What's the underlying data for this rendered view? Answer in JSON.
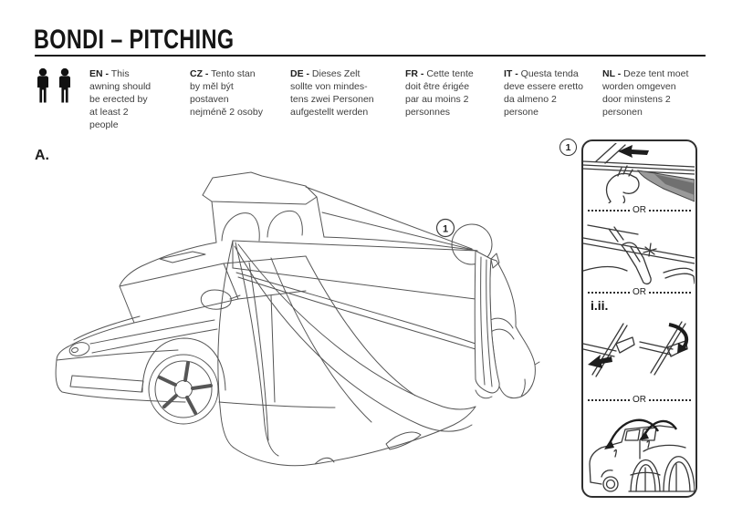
{
  "page": {
    "title": "BONDI – PITCHING"
  },
  "notice": {
    "icon": "two-people-pictogram",
    "languages": [
      {
        "code": "EN -",
        "text": "This\nawning should\nbe erected by\nat least 2\npeople"
      },
      {
        "code": "CZ -",
        "text": "Tento stan\nby měl být\npostaven\nnejméně 2 osoby"
      },
      {
        "code": "DE -",
        "text": "Dieses Zelt\nsollte von mindes-\ntens zwei Personen\naufgestellt werden"
      },
      {
        "code": "FR -",
        "text": "Cette tente\ndoit être érigée\npar au moins 2\npersonnes"
      },
      {
        "code": "IT -",
        "text": "Questa tenda\ndeve essere eretto\nda almeno 2\npersone"
      },
      {
        "code": "NL -",
        "text": "Deze tent moet\nworden omgeven\ndoor minstens 2\npersonen"
      }
    ]
  },
  "figure": {
    "label": "A.",
    "callout_number": "1"
  },
  "sidebar": {
    "step_number": "1",
    "or_label": "OR",
    "substep_label": "i.ii."
  },
  "icons": {
    "people": "two standing person silhouettes",
    "arrow": "solid left arrow",
    "wrap_arrow": "curved wrap-around arrow"
  },
  "colors": {
    "ink": "#1a1a1a",
    "line_art": "#565656",
    "fabric_gray": "#9a9a9a",
    "fabric_dark_gray": "#707070"
  }
}
